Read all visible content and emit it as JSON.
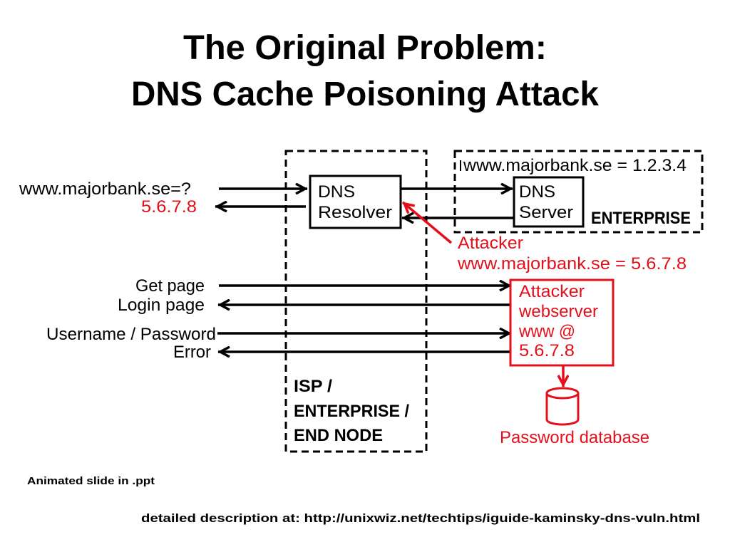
{
  "slide": {
    "title_line1": "The Original Problem:",
    "title_line2": "DNS Cache Poisoning Attack"
  },
  "client": {
    "dns_query": "www.majorbank.se=?",
    "dns_answer": "5.6.7.8",
    "get_page": "Get page",
    "login_page": "Login page",
    "credentials": "Username / Password",
    "error": "Error"
  },
  "isp": {
    "resolver_lines": [
      "DNS",
      "Resolver"
    ],
    "zone_label_lines": [
      "ISP /",
      "ENTERPRISE /",
      "END NODE"
    ]
  },
  "enterprise": {
    "authoritative_record": "www.majorbank.se = 1.2.3.4",
    "server_lines": [
      "DNS",
      "Server"
    ],
    "zone_label": "ENTERPRISE"
  },
  "attacker": {
    "label": "Attacker",
    "spoofed_record": "www.majorbank.se = 5.6.7.8",
    "webserver_lines": [
      "Attacker",
      "webserver",
      "www @",
      "5.6.7.8"
    ],
    "database_icon": "database-icon",
    "database_label": "Password database"
  },
  "footer": {
    "note": "Animated slide in .ppt",
    "reference": "detailed description at: http://unixwiz.net/techtips/iguide-kaminsky-dns-vuln.html"
  },
  "colors": {
    "background": "#ffffff",
    "ink": "#000000",
    "attacker": "#e3101b"
  }
}
